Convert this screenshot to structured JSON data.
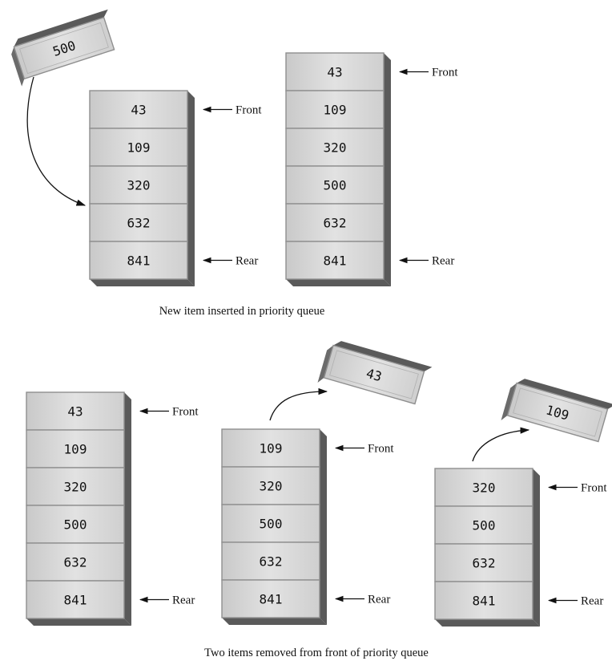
{
  "colors": {
    "cell_fill": "#d6d6d6",
    "cell_stroke": "#8f8f8f",
    "shadow": "#5a5a5a",
    "ink": "#111111"
  },
  "pointer_labels": {
    "front": "Front",
    "rear": "Rear"
  },
  "captions": {
    "insert": "New item inserted in priority queue",
    "remove": "Two items removed from front of priority queue"
  },
  "queues": {
    "insert_before": {
      "items": [
        "43",
        "109",
        "320",
        "632",
        "841"
      ]
    },
    "insert_after": {
      "items": [
        "43",
        "109",
        "320",
        "500",
        "632",
        "841"
      ]
    },
    "remove_start": {
      "items": [
        "43",
        "109",
        "320",
        "500",
        "632",
        "841"
      ]
    },
    "remove_one": {
      "items": [
        "109",
        "320",
        "500",
        "632",
        "841"
      ]
    },
    "remove_two": {
      "items": [
        "320",
        "500",
        "632",
        "841"
      ]
    }
  },
  "floating_items": {
    "inserted": "500",
    "removed_first": "43",
    "removed_second": "109"
  }
}
